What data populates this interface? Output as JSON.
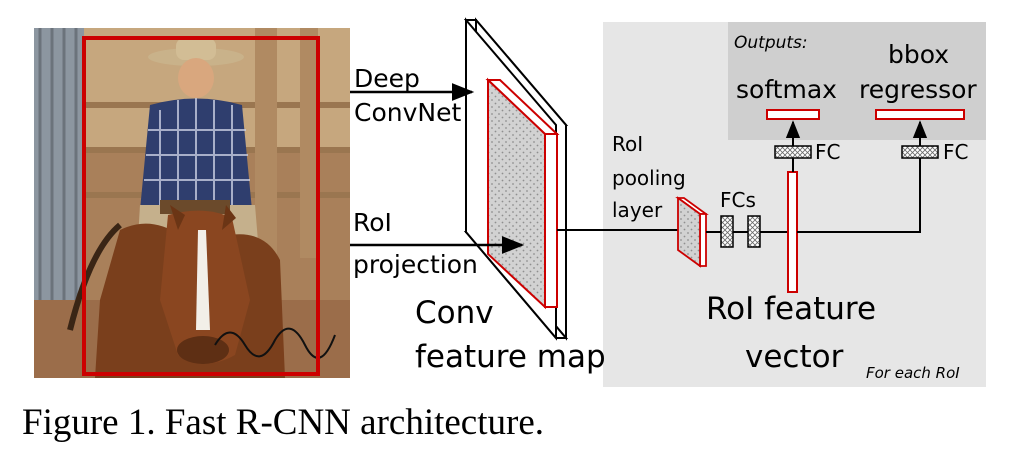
{
  "input_image": {
    "subject": "photo of a rider in a cowboy hat on a brown horse, signed",
    "roi_box_color": "#cc0000"
  },
  "labels": {
    "deep_convnet": [
      "Deep",
      "ConvNet"
    ],
    "roi_projection": [
      "RoI",
      "projection"
    ],
    "conv_feature_map": [
      "Conv",
      "feature map"
    ],
    "roi_pooling_layer": [
      "RoI",
      "pooling",
      "layer"
    ],
    "fcs": "FCs",
    "roi_feature_vector": [
      "RoI feature",
      "vector"
    ],
    "outputs": "Outputs:",
    "softmax": "softmax",
    "bbox_regressor": [
      "bbox",
      "regressor"
    ],
    "fc_softmax": "FC",
    "fc_bbox": "FC",
    "for_each_roi": "For each RoI"
  },
  "caption": "Figure 1. Fast R-CNN architecture.",
  "colors": {
    "roi_panel": "#e6e6e6",
    "outputs_panel": "#cfcfcf",
    "red": "#cc0000",
    "feature_fill": "#d4d4d4"
  }
}
